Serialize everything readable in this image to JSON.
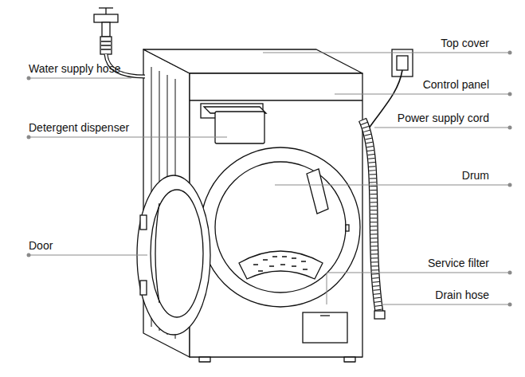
{
  "diagram": {
    "labels": [
      "Top cover",
      "Water supply hose",
      "Control panel",
      "Detergent dispenser",
      "Power supply cord",
      "Drum",
      "Door",
      "Service filter",
      "Drain hose"
    ]
  }
}
